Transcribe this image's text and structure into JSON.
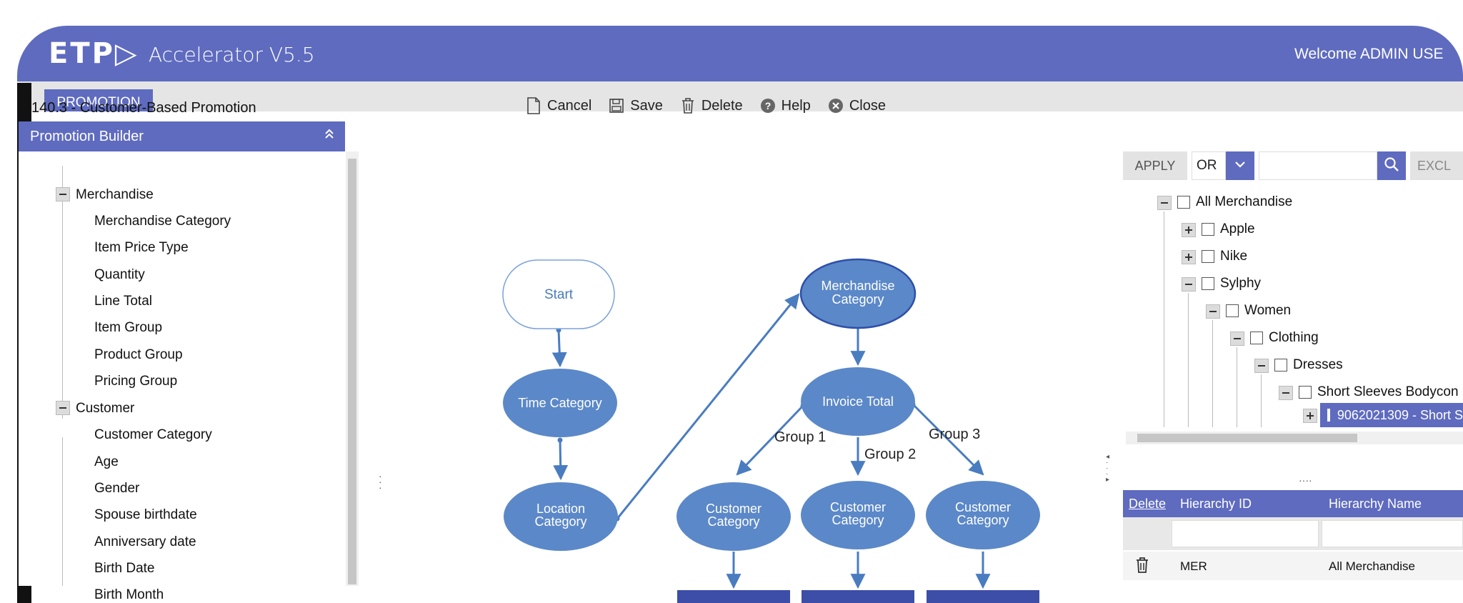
{
  "header": {
    "logo": "ETP▷",
    "app_name": "Accelerator V5.5",
    "welcome": "Welcome ADMIN USE"
  },
  "tab": {
    "label": "PROMOTION"
  },
  "promotion_title": "140.3 - Customer-Based Promotion",
  "toolbar": {
    "cancel": "Cancel",
    "save": "Save",
    "delete": "Delete",
    "help": "Help",
    "close": "Close"
  },
  "builder": {
    "title": "Promotion Builder",
    "groups": [
      {
        "label": "Merchandise",
        "items": [
          "Merchandise Category",
          "Item Price Type",
          "Quantity",
          "Line Total",
          "Item Group",
          "Product Group",
          "Pricing Group"
        ]
      },
      {
        "label": "Customer",
        "items": [
          "Customer Category",
          "Age",
          "Gender",
          "Spouse birthdate",
          "Anniversary date",
          "Birth Date",
          "Birth Month"
        ]
      }
    ]
  },
  "flow": {
    "nodes": {
      "start": "Start",
      "time_category": "Time Category",
      "location_category": [
        "Location",
        "Category"
      ],
      "merchandise_category": [
        "Merchandise",
        "Category"
      ],
      "invoice_total": "Invoice Total",
      "customer_category": [
        "Customer",
        "Category"
      ]
    },
    "edge_labels": [
      "Group 1",
      "Group 2",
      "Group 3"
    ]
  },
  "filter": {
    "apply": "APPLY",
    "operator": "OR",
    "search_value": "",
    "exclude": "EXCL"
  },
  "hierarchy": {
    "nodes": [
      "All Merchandise",
      "Apple",
      "Nike",
      "Sylphy",
      "Women",
      "Clothing",
      "Dresses",
      "Short Sleeves Bodycon"
    ],
    "selected": "9062021309 - Short S"
  },
  "grid": {
    "columns": {
      "delete": "Delete",
      "id": "Hierarchy ID",
      "name": "Hierarchy Name"
    },
    "rows": [
      {
        "id": "MER",
        "name": "All Merchandise"
      }
    ]
  },
  "colors": {
    "primary": "#5e6bbf",
    "node_fill": "#5b88c8",
    "edge": "#4a7cc0",
    "rect_fill": "#3d4ea8"
  }
}
